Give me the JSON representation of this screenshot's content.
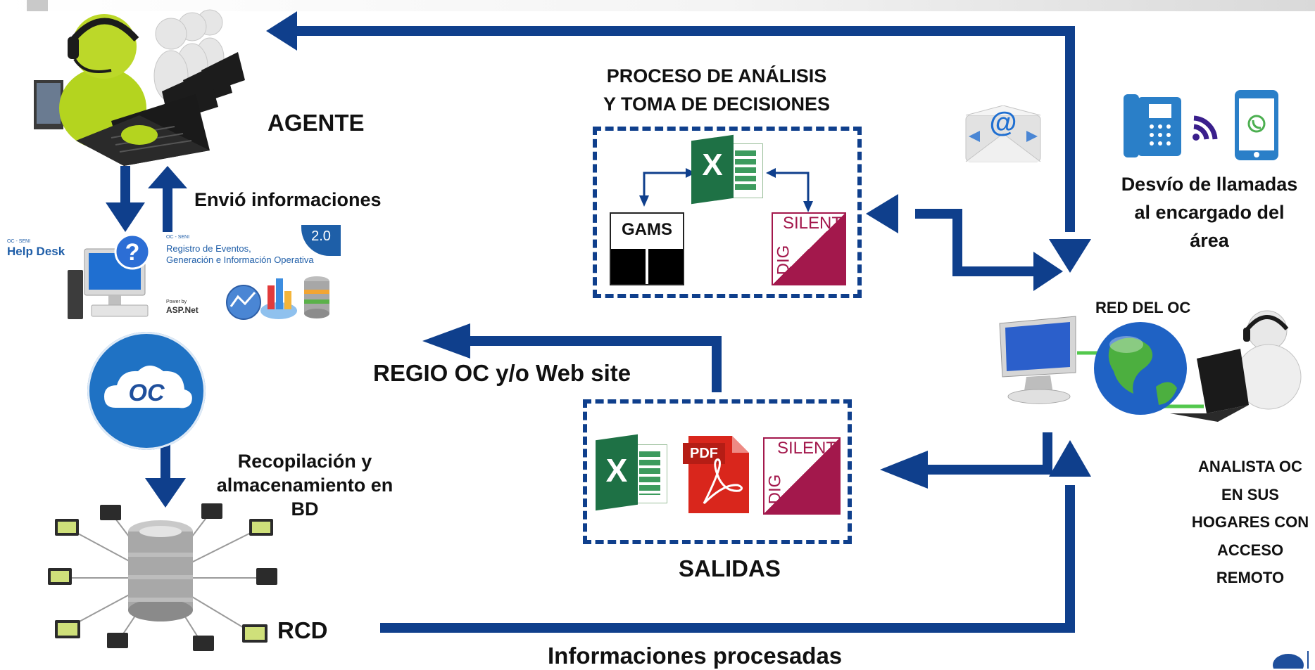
{
  "labels": {
    "agente": "AGENTE",
    "envio": "Envió informaciones",
    "proceso_l1": "PROCESO DE ANÁLISIS",
    "proceso_l2": "Y TOMA DE DECISIONES",
    "desvio_l1": "Desvío de llamadas",
    "desvio_l2": "al encargado del",
    "desvio_l3": "área",
    "red": "RED DEL OC",
    "regio": "REGIO OC y/o Web site",
    "recop_l1": "Recopilación y",
    "recop_l2": "almacenamiento en",
    "recop_l3": "BD",
    "salidas": "SALIDAS",
    "analista_l1": "ANALISTA OC",
    "analista_l2": "EN SUS",
    "analista_l3": "HOGARES CON",
    "analista_l4": "ACCESO",
    "analista_l5": "REMOTO",
    "rcd": "RCD",
    "info_procesadas": "Informaciones procesadas"
  },
  "software_panel": {
    "helpdesk_small": "OC - SENI",
    "helpdesk": "Help Desk",
    "version": "2.0",
    "registro_small": "OC - SENI",
    "registro_l1": "Registro de Eventos,",
    "registro_l2": "Generación e Información Operativa",
    "powered": "Power by",
    "aspnet": "ASP.Net"
  },
  "tools": {
    "excel": "X",
    "gams": "GAMS",
    "digsilent_top": "SILENT",
    "digsilent_side": "DIG",
    "pdf": "PDF",
    "oc_logo": "OC",
    "email_at": "@"
  },
  "colors": {
    "arrow": "#0f3f8c",
    "excel": "#1e7145",
    "pdf": "#d9261c",
    "digsilent": "#a3184c"
  }
}
